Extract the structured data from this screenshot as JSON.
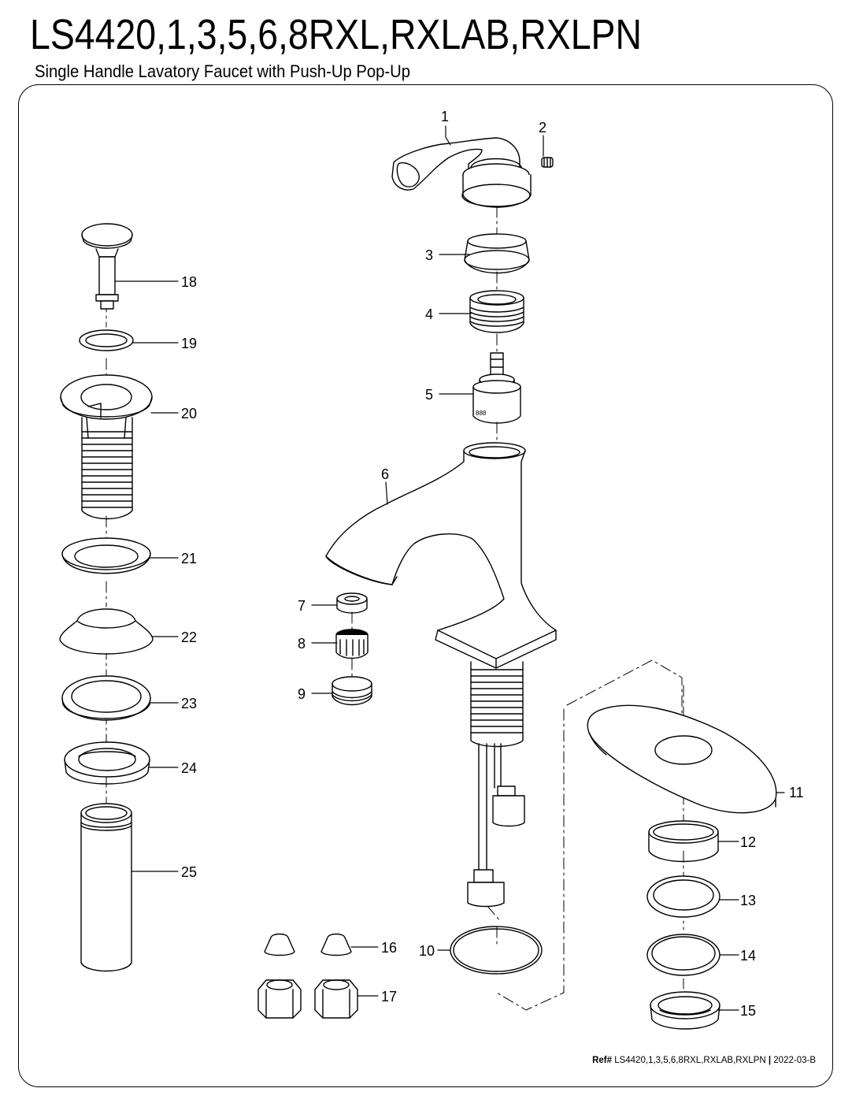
{
  "header": {
    "title": "LS4420,1,3,5,6,8RXL,RXLAB,RXLPN",
    "subtitle": "Single Handle Lavatory Faucet with Push-Up Pop-Up"
  },
  "footer": {
    "ref_label": "Ref#",
    "ref_models": "LS4420,1,3,5,6,8RXL,RXLAB,RXLPN",
    "separator": "|",
    "ref_code": "2022-03-B"
  },
  "callouts": [
    {
      "number": "1",
      "part": "handle"
    },
    {
      "number": "2",
      "part": "set-screw"
    },
    {
      "number": "3",
      "part": "cap"
    },
    {
      "number": "4",
      "part": "bonnet-nut"
    },
    {
      "number": "5",
      "part": "cartridge"
    },
    {
      "number": "6",
      "part": "spout-body"
    },
    {
      "number": "7",
      "part": "washer"
    },
    {
      "number": "8",
      "part": "aerator-insert"
    },
    {
      "number": "9",
      "part": "aerator-housing"
    },
    {
      "number": "10",
      "part": "gasket"
    },
    {
      "number": "11",
      "part": "deck-plate"
    },
    {
      "number": "12",
      "part": "rubber-washer"
    },
    {
      "number": "13",
      "part": "washer"
    },
    {
      "number": "14",
      "part": "washer"
    },
    {
      "number": "15",
      "part": "mounting-nut"
    },
    {
      "number": "16",
      "part": "compression-sleeve"
    },
    {
      "number": "17",
      "part": "compression-nut"
    },
    {
      "number": "18",
      "part": "pop-up-stopper"
    },
    {
      "number": "19",
      "part": "o-ring"
    },
    {
      "number": "20",
      "part": "drain-body"
    },
    {
      "number": "21",
      "part": "flange"
    },
    {
      "number": "22",
      "part": "gasket"
    },
    {
      "number": "23",
      "part": "washer"
    },
    {
      "number": "24",
      "part": "drain-nut"
    },
    {
      "number": "25",
      "part": "tailpiece"
    }
  ]
}
